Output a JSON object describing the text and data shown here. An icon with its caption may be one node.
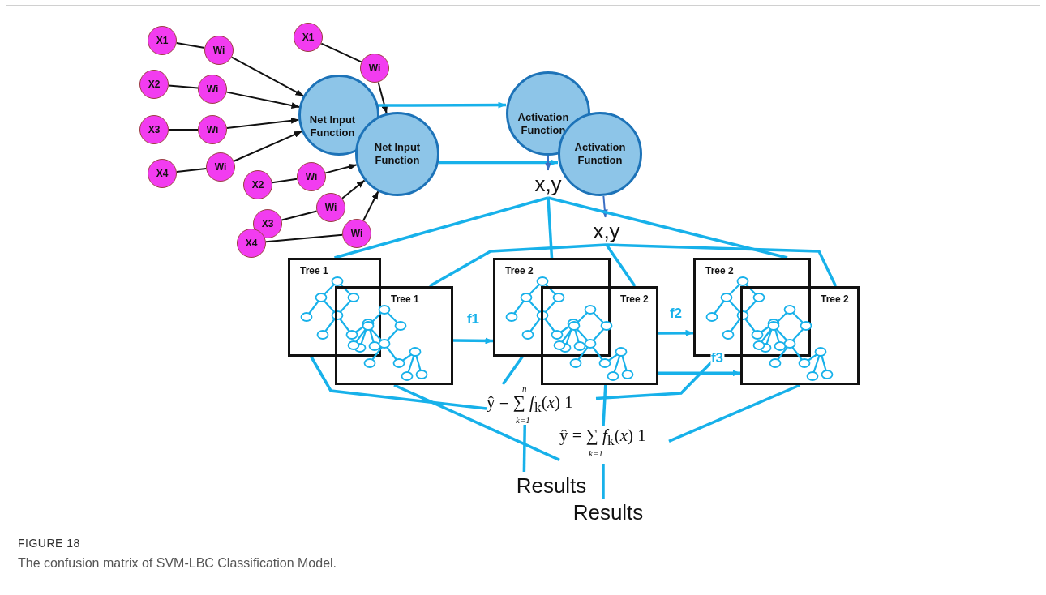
{
  "diagram": {
    "title": "FIGURE 18",
    "caption": "The confusion matrix of SVM-LBC Classification Model.",
    "nodes": [
      {
        "text": [
          "X1"
        ]
      },
      {
        "text": [
          "Wi"
        ]
      },
      {
        "text": [
          "X1"
        ]
      },
      {
        "text": [
          "Wi"
        ]
      },
      {
        "text": [
          "X2"
        ]
      },
      {
        "text": [
          "Wi"
        ]
      },
      {
        "text": [
          "X2"
        ]
      },
      {
        "text": [
          "Wi"
        ]
      },
      {
        "text": [
          "X3"
        ]
      },
      {
        "text": [
          "Wi"
        ]
      },
      {
        "text": [
          "X4"
        ]
      },
      {
        "text": [
          "X3"
        ]
      },
      {
        "text": [
          "Wi"
        ]
      },
      {
        "text": [
          "Wi"
        ]
      },
      {
        "text": [
          "X4"
        ]
      },
      {
        "text": [
          "Wi"
        ]
      },
      {
        "text": [
          "Net Input Function"
        ]
      },
      {
        "text": [
          "Net Input Function"
        ]
      },
      {
        "text": [
          "Activation Function"
        ]
      },
      {
        "text": [
          "Activation Function"
        ]
      },
      {
        "text": [
          "x,y"
        ]
      },
      {
        "text": [
          "x,y"
        ]
      },
      {
        "text": [
          "Tree 1"
        ]
      },
      {
        "text": [
          "Tree 1"
        ]
      },
      {
        "text": [
          "Tree 2"
        ]
      },
      {
        "text": [
          "Tree 2"
        ]
      },
      {
        "text": [
          "Tree 2"
        ]
      },
      {
        "text": [
          "Tree 2"
        ]
      },
      {
        "text": [
          "n",
          "ŷ = ∑ *f*$_{k}$(*x*) 1",
          "k=1"
        ]
      },
      {
        "text": [
          "ŷ = ∑ *f*$_{k}$(*x*) 1",
          "k=1"
        ]
      },
      {
        "text": [
          "Results"
        ]
      },
      {
        "text": [
          "Results"
        ]
      }
    ],
    "edges": [
      {
        "from": 0,
        "to": 1,
        "arrow": "none",
        "color": "#111111"
      },
      {
        "from": 2,
        "to": 3,
        "arrow": "none",
        "color": "#111111"
      },
      {
        "from": 4,
        "to": 5,
        "arrow": "none",
        "color": "#111111"
      },
      {
        "from": 6,
        "to": 7,
        "arrow": "none",
        "color": "#111111"
      },
      {
        "from": 8,
        "to": 9,
        "arrow": "none",
        "color": "#111111"
      },
      {
        "from": 10,
        "to": 12,
        "arrow": "none",
        "color": "#111111"
      },
      {
        "from": 11,
        "to": 13,
        "arrow": "none",
        "color": "#111111"
      },
      {
        "from": 14,
        "to": 15,
        "arrow": "none",
        "color": "#111111"
      },
      {
        "from": 1,
        "to": 16,
        "arrow": "to",
        "color": "#111111"
      },
      {
        "from": 3,
        "to": 17,
        "arrow": "to",
        "color": "#111111"
      },
      {
        "from": 5,
        "to": 16,
        "arrow": "to",
        "color": "#111111"
      },
      {
        "from": 7,
        "to": 17,
        "arrow": "to",
        "color": "#111111"
      },
      {
        "from": 9,
        "to": 16,
        "arrow": "to",
        "color": "#111111"
      },
      {
        "from": 12,
        "to": 16,
        "arrow": "to",
        "color": "#111111"
      },
      {
        "from": 13,
        "to": 17,
        "arrow": "to",
        "color": "#111111"
      },
      {
        "from": 15,
        "to": 17,
        "arrow": "to",
        "color": "#111111"
      },
      {
        "from": 16,
        "to": 18,
        "arrow": "to"
      },
      {
        "from": 17,
        "to": 19,
        "arrow": "to"
      },
      {
        "from": 18,
        "to": 20,
        "arrow": "to",
        "color": "#3a6fc4"
      },
      {
        "from": 19,
        "to": 21,
        "arrow": "to",
        "color": "#3a6fc4"
      },
      {
        "from": 20,
        "to": 22,
        "arrow": "none"
      },
      {
        "from": 20,
        "to": 24,
        "arrow": "none"
      },
      {
        "from": 20,
        "to": 26,
        "arrow": "none"
      },
      {
        "from": 21,
        "to": 23,
        "arrow": "none"
      },
      {
        "from": 21,
        "to": 25,
        "arrow": "none"
      },
      {
        "from": 21,
        "to": 27,
        "arrow": "none"
      },
      {
        "from": 23,
        "to": 24,
        "arrow": "to",
        "label": "f1"
      },
      {
        "from": 25,
        "to": 26,
        "arrow": "to",
        "label": "f2"
      },
      {
        "from": 25,
        "to": 27,
        "arrow": "to",
        "label": "f3"
      },
      {
        "from": 22,
        "to": 28,
        "arrow": "none"
      },
      {
        "from": 24,
        "to": 28,
        "arrow": "none"
      },
      {
        "from": 26,
        "to": 28,
        "arrow": "none"
      },
      {
        "from": 23,
        "to": 29,
        "arrow": "none"
      },
      {
        "from": 25,
        "to": 29,
        "arrow": "none"
      },
      {
        "from": 27,
        "to": 29,
        "arrow": "none"
      },
      {
        "from": 28,
        "to": 30,
        "arrow": "none"
      },
      {
        "from": 29,
        "to": 31,
        "arrow": "none"
      }
    ]
  }
}
